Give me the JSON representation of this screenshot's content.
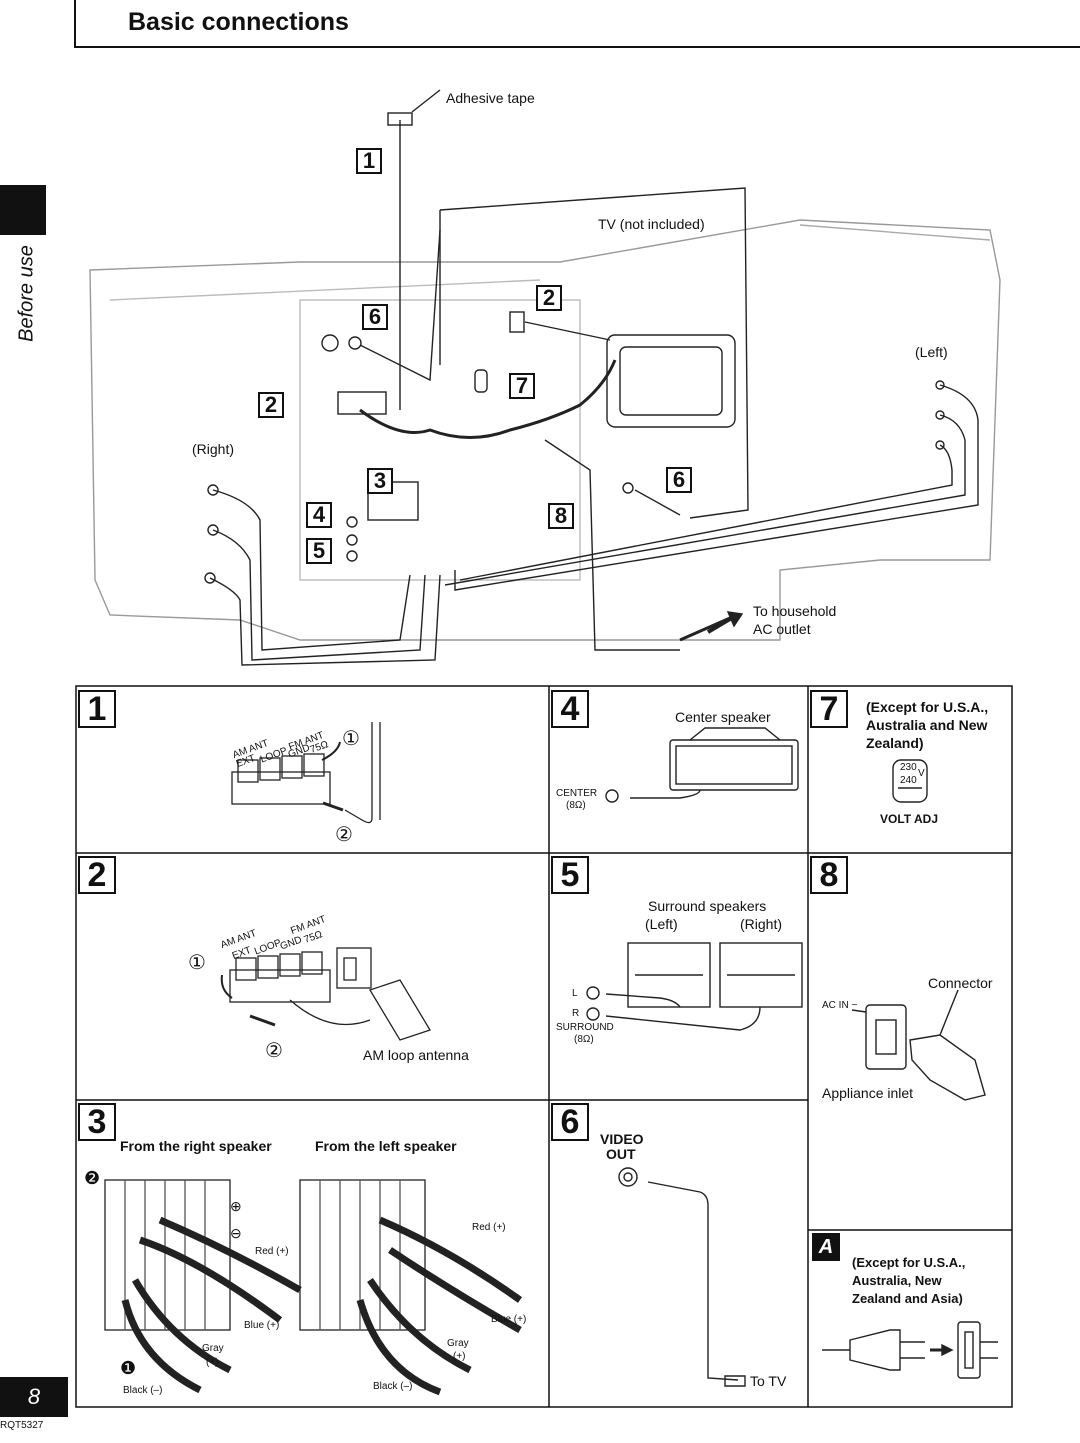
{
  "header": {
    "title": "Basic connections"
  },
  "sidebar": {
    "section_label": "Before use"
  },
  "footer": {
    "page_number": "8",
    "doc_code": "RQT5327"
  },
  "overview": {
    "adhesive_tape": "Adhesive tape",
    "tv": "TV (not included)",
    "left": "(Left)",
    "right": "(Right)",
    "household_line1": "To household",
    "household_line2": "AC outlet",
    "step_labels": [
      "1",
      "2",
      "6",
      "7",
      "2",
      "3",
      "4",
      "5",
      "8",
      "6"
    ]
  },
  "panels": {
    "p1": {
      "step": "1",
      "labels": {
        "am_ant": "AM ANT",
        "fm_ant": "FM ANT",
        "ext": "EXT",
        "loop": "LOOP",
        "gnd": "GND",
        "ohm": "75Ω",
        "c1": "①",
        "c2": "②"
      }
    },
    "p2": {
      "step": "2",
      "am_loop": "AM loop antenna",
      "labels": {
        "am_ant": "AM ANT",
        "fm_ant": "FM ANT",
        "ext": "EXT",
        "loop": "LOOP",
        "gnd": "GND",
        "ohm": "75Ω",
        "c1": "①",
        "c2": "②"
      }
    },
    "p3": {
      "step": "3",
      "from_right": "From the right speaker",
      "from_left": "From the left speaker",
      "red_r": "Red (+)",
      "red_l": "Red (+)",
      "blue_r": "Blue (+)",
      "blue_l": "Blue (+)",
      "gray_r": "Gray",
      "gray_r2": "(+)",
      "gray_l": "Gray",
      "gray_l2": "(+)",
      "black_r": "Black (–)",
      "black_l": "Black (–)",
      "n1": "❶",
      "n2": "❷",
      "plus": "⊕",
      "minus": "⊖"
    },
    "p4": {
      "step": "4",
      "center_speaker": "Center speaker",
      "center": "CENTER",
      "center_ohm": "(8Ω)"
    },
    "p5": {
      "step": "5",
      "surround": "Surround speakers",
      "left": "(Left)",
      "right": "(Right)",
      "surround_jack": "SURROUND",
      "surround_ohm": "(8Ω)",
      "l": "L",
      "r": "R"
    },
    "p6": {
      "step": "6",
      "video": "VIDEO",
      "out": "OUT",
      "to_tv": "To TV"
    },
    "p7": {
      "step": "7",
      "note_line1": "(Except for U.S.A.,",
      "note_line2": "Australia and New",
      "note_line3": "Zealand)",
      "v230": "230",
      "v240": "240",
      "v": "V",
      "volt_adj": "VOLT ADJ"
    },
    "p8": {
      "step": "8",
      "connector": "Connector",
      "ac_in": "AC IN ~",
      "appliance_inlet": "Appliance inlet"
    },
    "pA": {
      "step": "A",
      "note_line1": "(Except for U.S.A.,",
      "note_line2": "Australia, New",
      "note_line3": "Zealand and Asia)"
    }
  }
}
